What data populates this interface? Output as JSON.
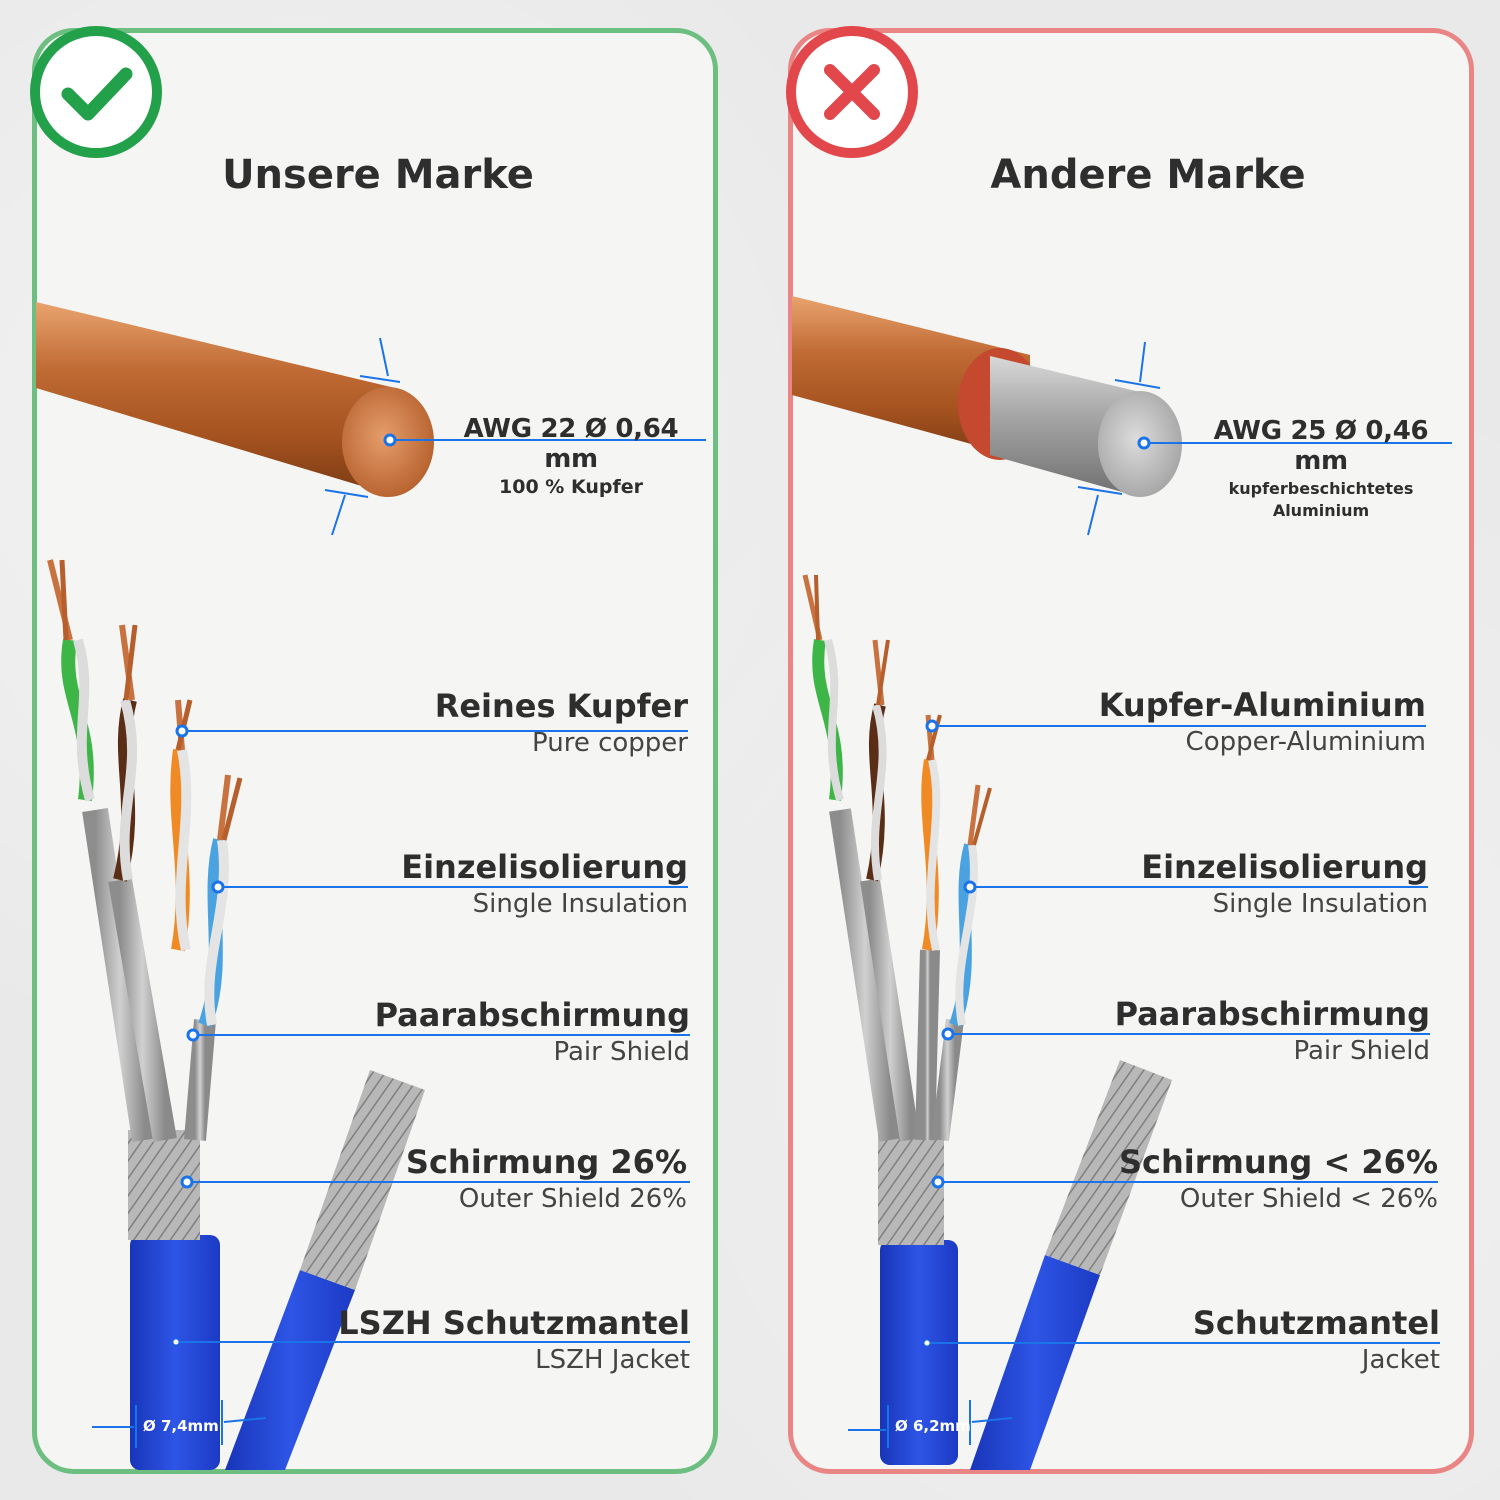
{
  "left": {
    "title": "Unsere Marke",
    "awg": "AWG 22 Ø 0,64 mm",
    "material": "100 % Kupfer",
    "labels": [
      {
        "de": "Reines Kupfer",
        "en": "Pure copper"
      },
      {
        "de": "Einzelisolierung",
        "en": "Single Insulation"
      },
      {
        "de": "Paarabschirmung",
        "en": "Pair Shield"
      },
      {
        "de": "Schirmung 26%",
        "en": "Outer Shield 26%"
      },
      {
        "de": "LSZH Schutzmantel",
        "en": "LSZH Jacket"
      }
    ],
    "diameter": "Ø 7,4mm"
  },
  "right": {
    "title": "Andere Marke",
    "awg": "AWG 25 Ø 0,46 mm",
    "material_line1": "kupferbeschichtetes",
    "material_line2": "Aluminium",
    "labels": [
      {
        "de": "Kupfer-Aluminium",
        "en": "Copper-Aluminium"
      },
      {
        "de": "Einzelisolierung",
        "en": "Single Insulation"
      },
      {
        "de": "Paarabschirmung",
        "en": "Pair Shield"
      },
      {
        "de": "Schirmung < 26%",
        "en": "Outer Shield < 26%"
      },
      {
        "de": "Schutzmantel",
        "en": "Jacket"
      }
    ],
    "diameter": "Ø 6,2mm"
  },
  "icons": {
    "left_badge": "check-icon",
    "right_badge": "cross-icon"
  },
  "colors": {
    "good": "#23a04a",
    "bad": "#e2474c",
    "leader": "#1a73e8",
    "jacket": "#2146d6",
    "copper": "#c8733f"
  }
}
